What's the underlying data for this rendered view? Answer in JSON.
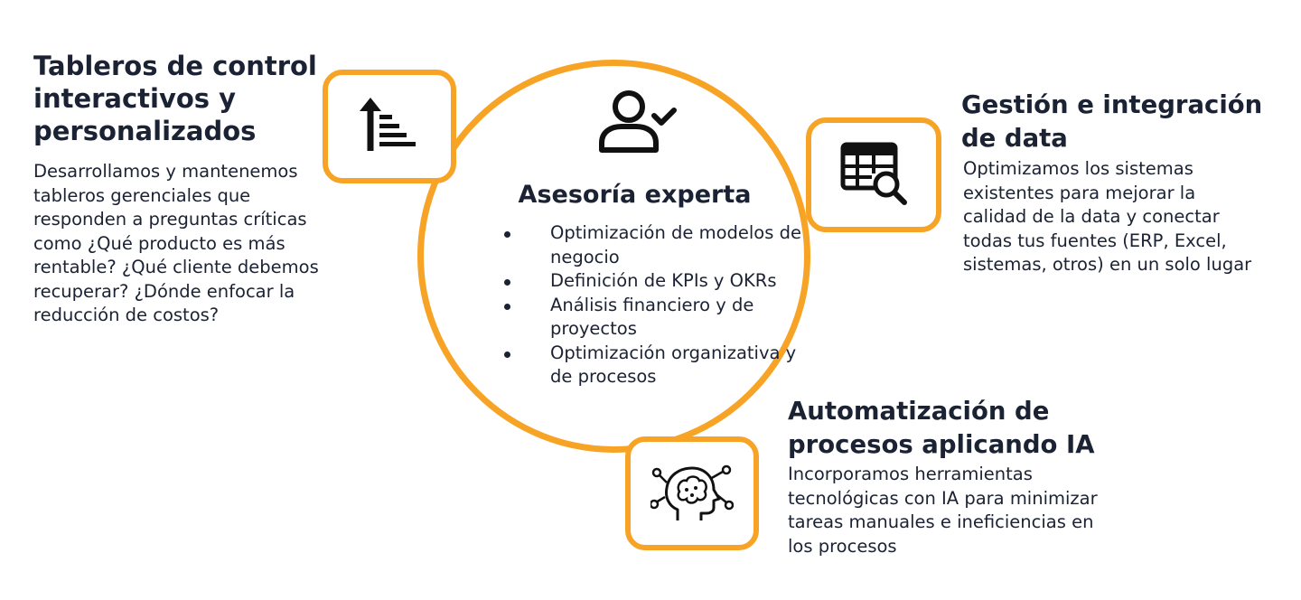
{
  "center": {
    "title": "Asesoría experta",
    "items": [
      "Optimización de modelos de negocio",
      "Definición de KPIs y OKRs",
      "Análisis financiero y de proyectos",
      "Optimización organizativa y de procesos"
    ],
    "icon": "user-check-icon"
  },
  "dashboards": {
    "title": "Tableros de control interactivos y personalizados",
    "description": "Desarrollamos y mantenemos tableros gerenciales que responden a preguntas críticas como ¿Qué producto es más rentable? ¿Qué cliente debemos recuperar? ¿Dónde enfocar la reducción de costos?",
    "icon": "sort-ascending-icon"
  },
  "data": {
    "title": "Gestión e integración de data",
    "description": "Optimizamos los sistemas existentes para mejorar la calidad de la data y conectar todas tus fuentes (ERP, Excel, sistemas, otros) en un solo lugar",
    "icon": "table-search-icon"
  },
  "automation": {
    "title": "Automatización de procesos aplicando IA",
    "description": "Incorporamos herramientas tecnológicas con IA para minimizar tareas manuales e ineficiencias en los procesos",
    "icon": "ai-head-icon"
  },
  "colors": {
    "accent": "#f7a325",
    "text": "#1b2233"
  }
}
